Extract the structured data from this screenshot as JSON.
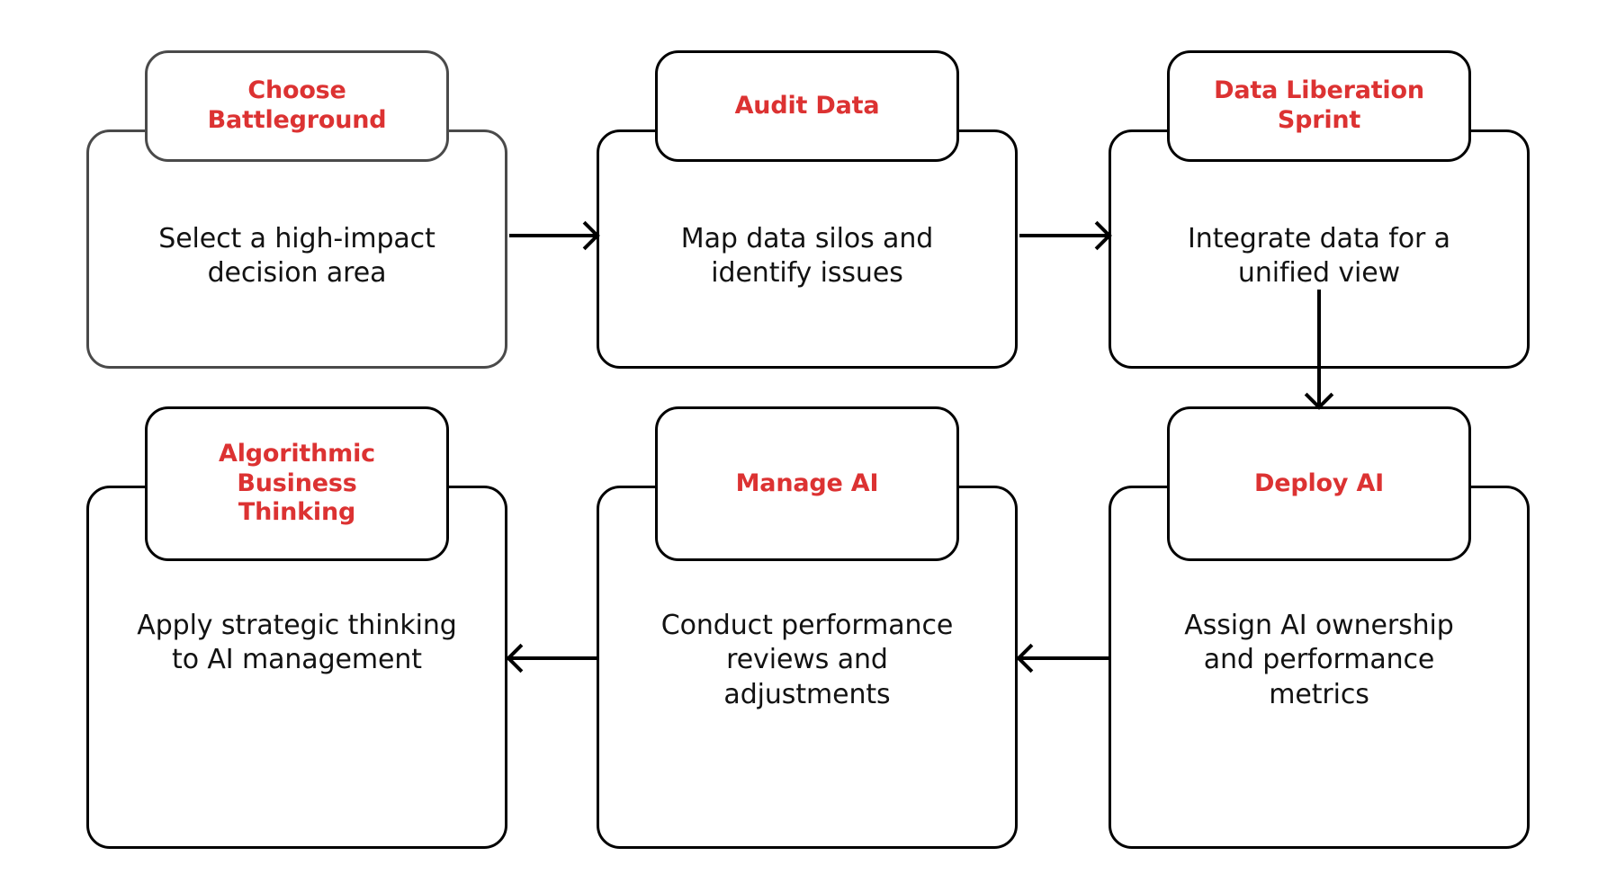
{
  "diagram": {
    "type": "process-flowchart",
    "background_color": "#ffffff",
    "title_text_color": "#dc3232",
    "body_text_color": "#121212",
    "border_color": "#000000",
    "first_card_border_color": "#4a4a4a",
    "steps": [
      {
        "id": "choose-battleground",
        "order": 1,
        "title": "Choose\nBattleground",
        "title_line1": "Choose",
        "title_line2": "Battleground",
        "description": "Select a high-impact decision area",
        "description_line1": "Select a high-impact",
        "description_line2": "decision area"
      },
      {
        "id": "audit-data",
        "order": 2,
        "title": "Audit Data",
        "title_line1": "Audit Data",
        "title_line2": "",
        "description": "Map data silos and identify issues",
        "description_line1": "Map data silos and",
        "description_line2": "identify issues"
      },
      {
        "id": "data-liberation-sprint",
        "order": 3,
        "title": "Data Liberation\nSprint",
        "title_line1": "Data Liberation",
        "title_line2": "Sprint",
        "description": "Integrate data for a unified view",
        "description_line1": "Integrate data for a",
        "description_line2": "unified view"
      },
      {
        "id": "deploy-ai",
        "order": 4,
        "title": "Deploy AI",
        "title_line1": "Deploy AI",
        "title_line2": "",
        "description": "Assign AI ownership and performance metrics",
        "description_line1": "Assign AI ownership",
        "description_line2": "and performance",
        "description_line3": "metrics"
      },
      {
        "id": "manage-ai",
        "order": 5,
        "title": "Manage AI",
        "title_line1": "Manage AI",
        "title_line2": "",
        "description": "Conduct performance reviews and adjustments",
        "description_line1": "Conduct performance",
        "description_line2": "reviews and",
        "description_line3": "adjustments"
      },
      {
        "id": "algorithmic-business-thinking",
        "order": 6,
        "title": "Algorithmic\nBusiness\nThinking",
        "title_line1": "Algorithmic",
        "title_line2": "Business",
        "title_line3": "Thinking",
        "description": "Apply strategic thinking to AI management",
        "description_line1": "Apply strategic thinking",
        "description_line2": "to AI management"
      }
    ],
    "connectors": [
      {
        "id": "arrow-1-2",
        "from": "choose-battleground",
        "to": "audit-data",
        "direction": "right"
      },
      {
        "id": "arrow-2-3",
        "from": "audit-data",
        "to": "data-liberation-sprint",
        "direction": "right"
      },
      {
        "id": "arrow-3-4",
        "from": "data-liberation-sprint",
        "to": "deploy-ai",
        "direction": "down"
      },
      {
        "id": "arrow-4-5",
        "from": "deploy-ai",
        "to": "manage-ai",
        "direction": "left"
      },
      {
        "id": "arrow-5-6",
        "from": "manage-ai",
        "to": "algorithmic-business-thinking",
        "direction": "left"
      }
    ]
  }
}
